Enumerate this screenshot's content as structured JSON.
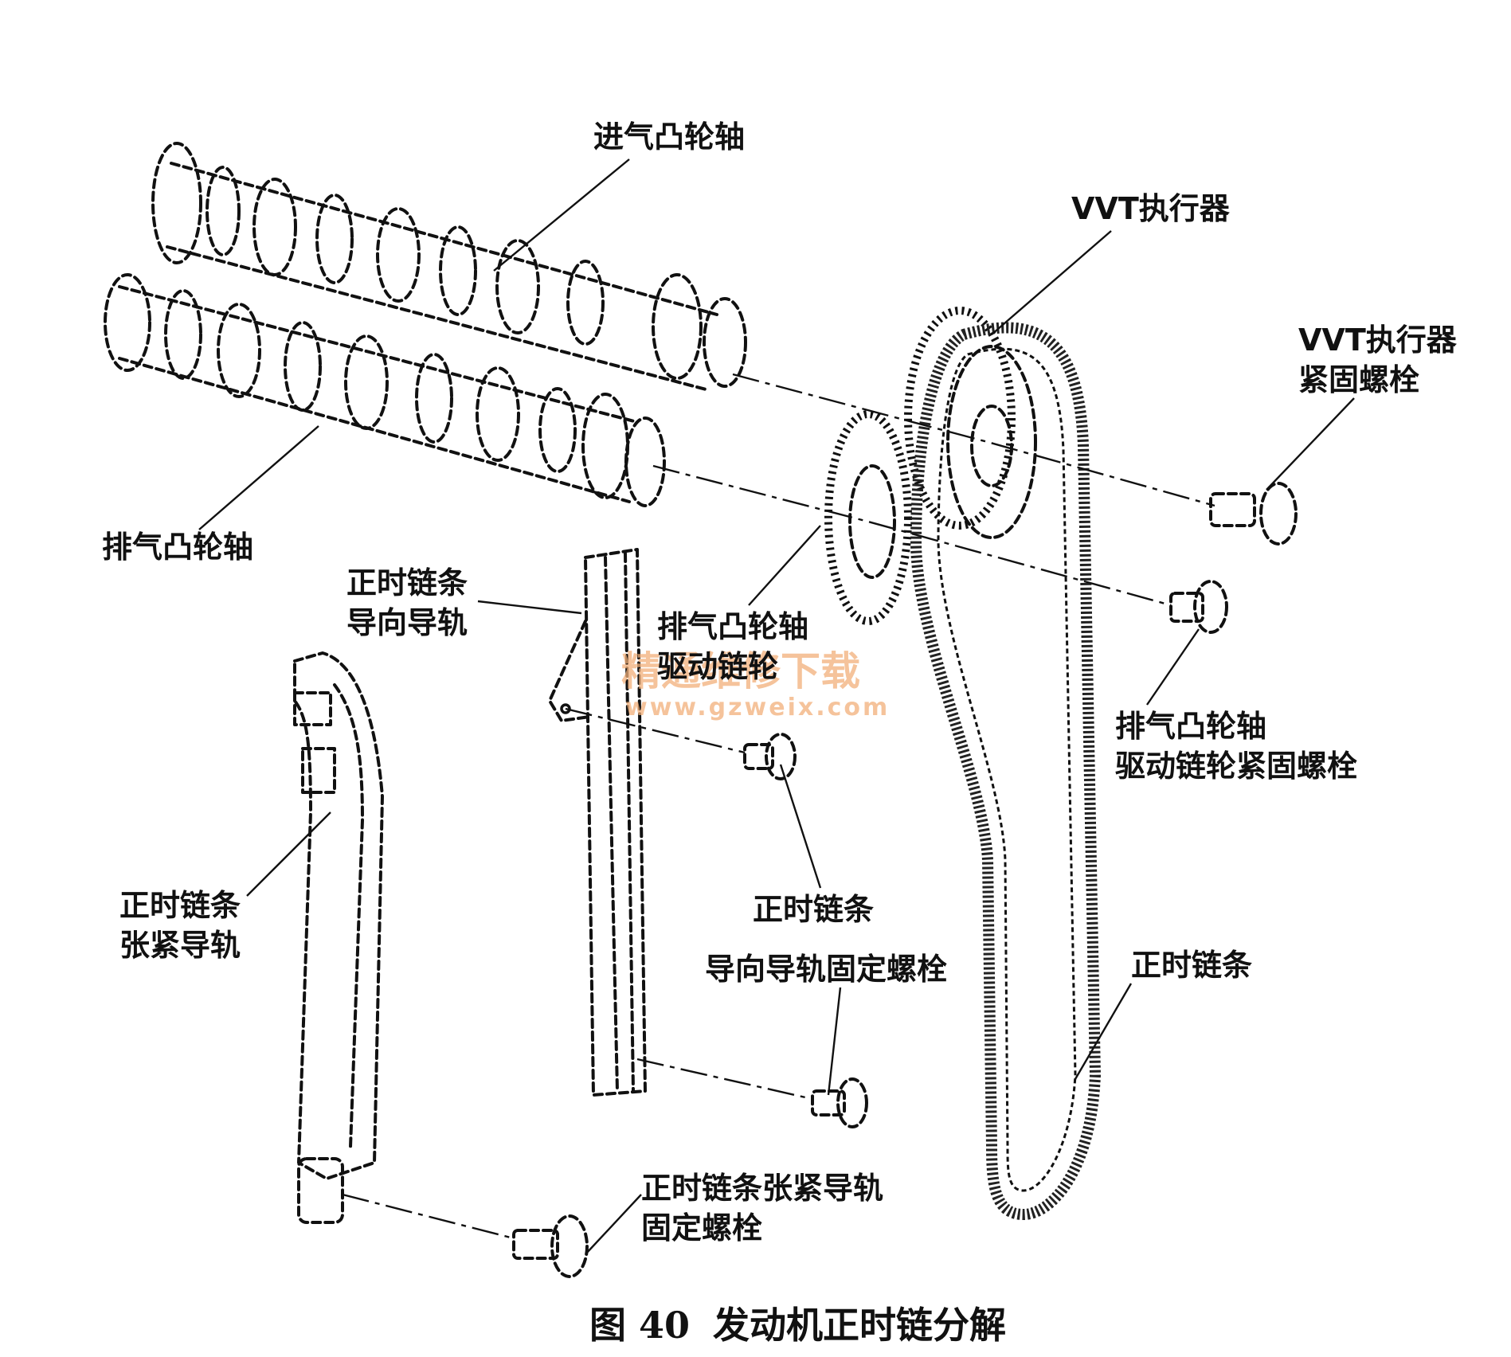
{
  "labels": {
    "intake_camshaft": "进气凸轮轴",
    "vvt_actuator": "VVT执行器",
    "vvt_bolt_line1": "VVT执行器",
    "vvt_bolt_line2": "紧固螺栓",
    "exhaust_camshaft": "排气凸轮轴",
    "guide_rail_line1": "正时链条",
    "guide_rail_line2": "导向导轨",
    "exhaust_sprocket_line1": "排气凸轮轴",
    "exhaust_sprocket_line2": "驱动链轮",
    "exhaust_sprocket_bolt_line1": "排气凸轮轴",
    "exhaust_sprocket_bolt_line2": "驱动链轮紧固螺栓",
    "tensioner_rail_line1": "正时链条",
    "tensioner_rail_line2": "张紧导轨",
    "guide_bolt_line1": "正时链条",
    "guide_bolt_line2": "导向导轨固定螺栓",
    "timing_chain": "正时链条",
    "tensioner_bolt_line1": "正时链条张紧导轨",
    "tensioner_bolt_line2": "固定螺栓"
  },
  "watermark": {
    "line1": "精通维修下载",
    "line2": "www.gzweix.com"
  },
  "caption": {
    "figure": "图 40",
    "title": "发动机正时链分解"
  }
}
